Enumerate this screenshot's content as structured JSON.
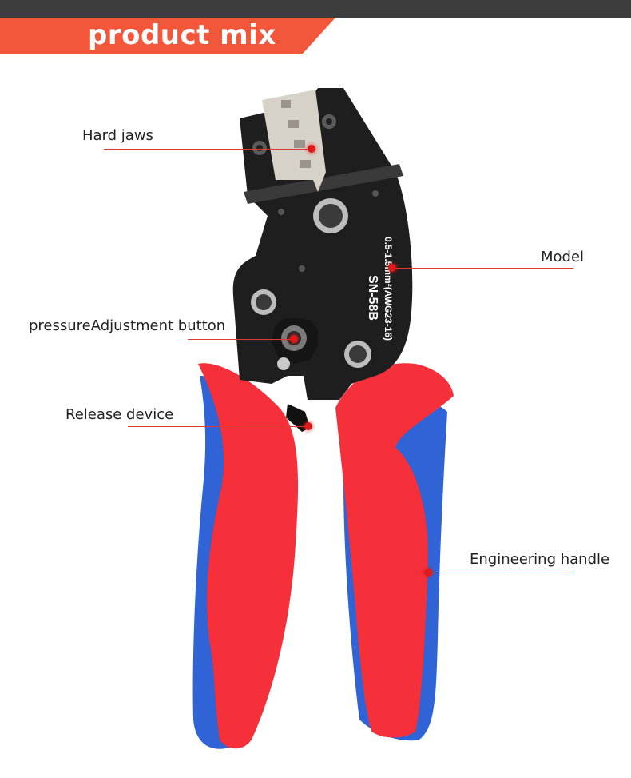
{
  "banner": {
    "title": "product mix"
  },
  "model_print": {
    "line1": "0.5-1.5mm²(AWG23-16)",
    "line2": "SN-58B"
  },
  "callouts": {
    "hard_jaws": "Hard jaws",
    "model": "Model",
    "pressure_adjustment": "pressureAdjustment button",
    "release_device": "Release device",
    "engineering_handle": "Engineering handle"
  },
  "colors": {
    "banner": "#f2573c",
    "top_bar": "#3d3d3d",
    "tool_body": "#1e1e1e",
    "handle_red": "#f5303a",
    "handle_blue": "#2f63d6",
    "callout_accent": "#e0191b"
  }
}
